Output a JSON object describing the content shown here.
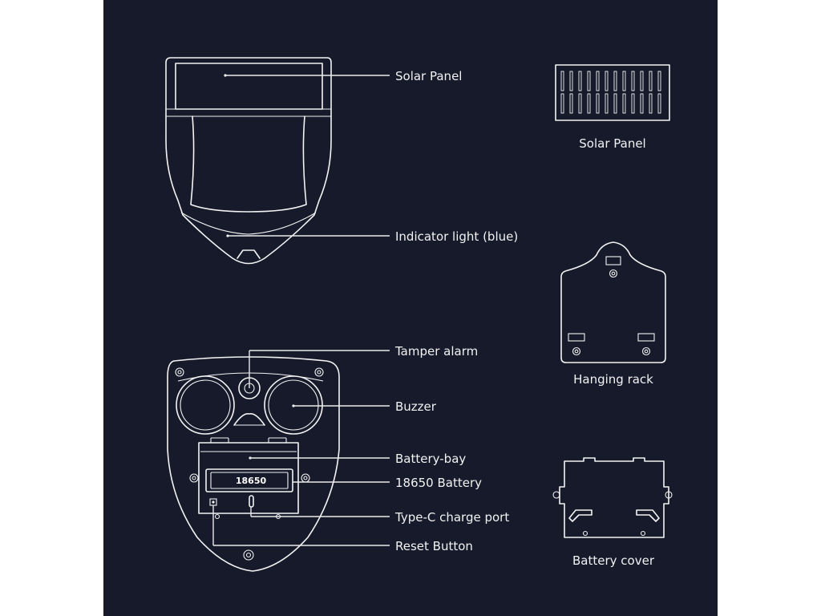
{
  "background_color": "#161a2b",
  "line_color": "#f3f3f3",
  "callouts": {
    "solar_panel": "Solar Panel",
    "indicator_light": "Indicator light (blue)",
    "tamper_alarm": "Tamper alarm",
    "buzzer": "Buzzer",
    "battery_bay": "Battery-bay",
    "battery_18650": "18650 Battery",
    "type_c_port": "Type-C charge port",
    "reset_button": "Reset Button"
  },
  "battery_marking": "18650",
  "accessories": {
    "solar_panel": "Solar Panel",
    "hanging_rack": "Hanging rack",
    "battery_cover": "Battery cover"
  }
}
